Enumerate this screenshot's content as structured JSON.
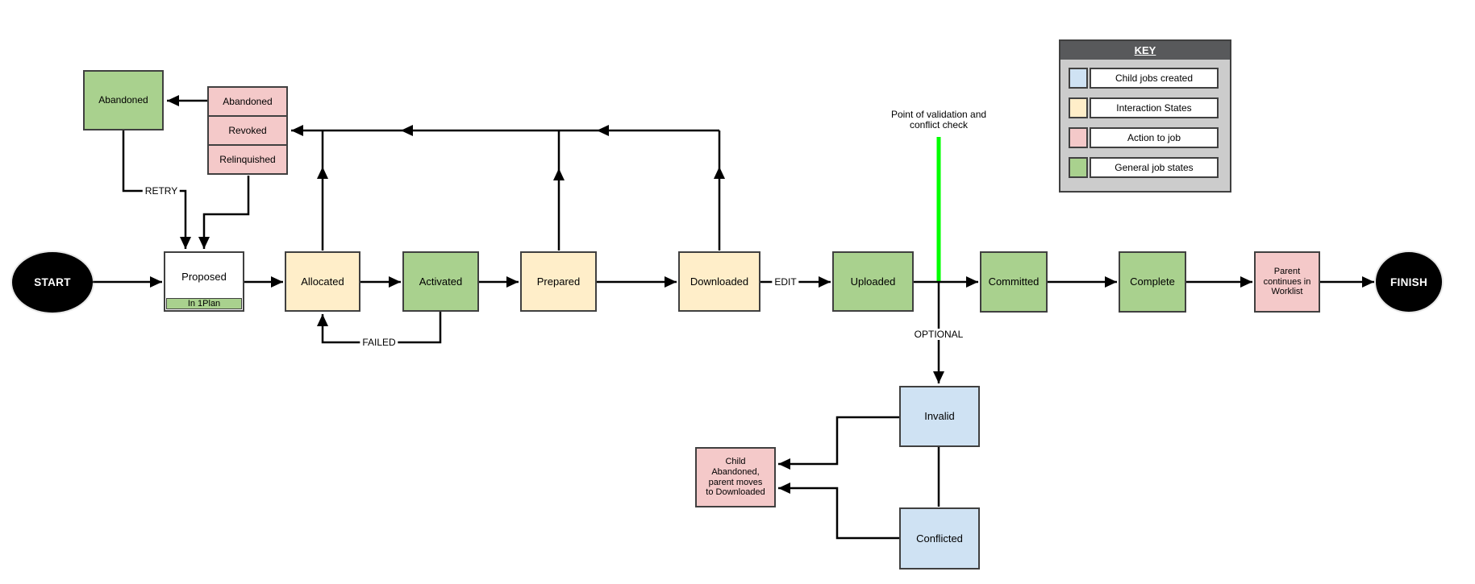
{
  "colors": {
    "green": "#a9d18e",
    "yellow": "#ffeec9",
    "pink": "#f4c9c9",
    "blue": "#cfe2f3",
    "terminal_black": "#000000",
    "border": "#404040",
    "validation_line": "#00ff00",
    "key_header_bg": "#58595b",
    "key_body_bg": "#cccccc"
  },
  "terminals": {
    "start": "START",
    "finish": "FINISH"
  },
  "nodes": {
    "proposed": {
      "label": "Proposed",
      "sublabel": "In 1Plan"
    },
    "allocated": {
      "label": "Allocated"
    },
    "activated": {
      "label": "Activated"
    },
    "prepared": {
      "label": "Prepared"
    },
    "downloaded": {
      "label": "Downloaded"
    },
    "uploaded": {
      "label": "Uploaded"
    },
    "committed": {
      "label": "Committed"
    },
    "complete": {
      "label": "Complete"
    },
    "parent_continues": {
      "label": "Parent continues in Worklist"
    },
    "abandoned_state": {
      "label": "Abandoned"
    },
    "action_abandoned": {
      "label": "Abandoned"
    },
    "action_revoked": {
      "label": "Revoked"
    },
    "action_relinquished": {
      "label": "Relinquished"
    },
    "invalid": {
      "label": "Invalid"
    },
    "conflicted": {
      "label": "Conflicted"
    },
    "child_abandoned": {
      "label": "Child Abandoned, parent moves to Downloaded"
    }
  },
  "edge_labels": {
    "retry": "RETRY",
    "failed": "FAILED",
    "edit": "EDIT",
    "optional": "OPTIONAL"
  },
  "annotations": {
    "validation_note": "Point of validation and conflict check"
  },
  "key": {
    "title": "KEY",
    "rows": [
      {
        "label": "Child jobs created",
        "color": "#cfe2f3"
      },
      {
        "label": "Interaction States",
        "color": "#ffeec9"
      },
      {
        "label": "Action to job",
        "color": "#f4c9c9"
      },
      {
        "label": "General job states",
        "color": "#a9d18e"
      }
    ]
  }
}
